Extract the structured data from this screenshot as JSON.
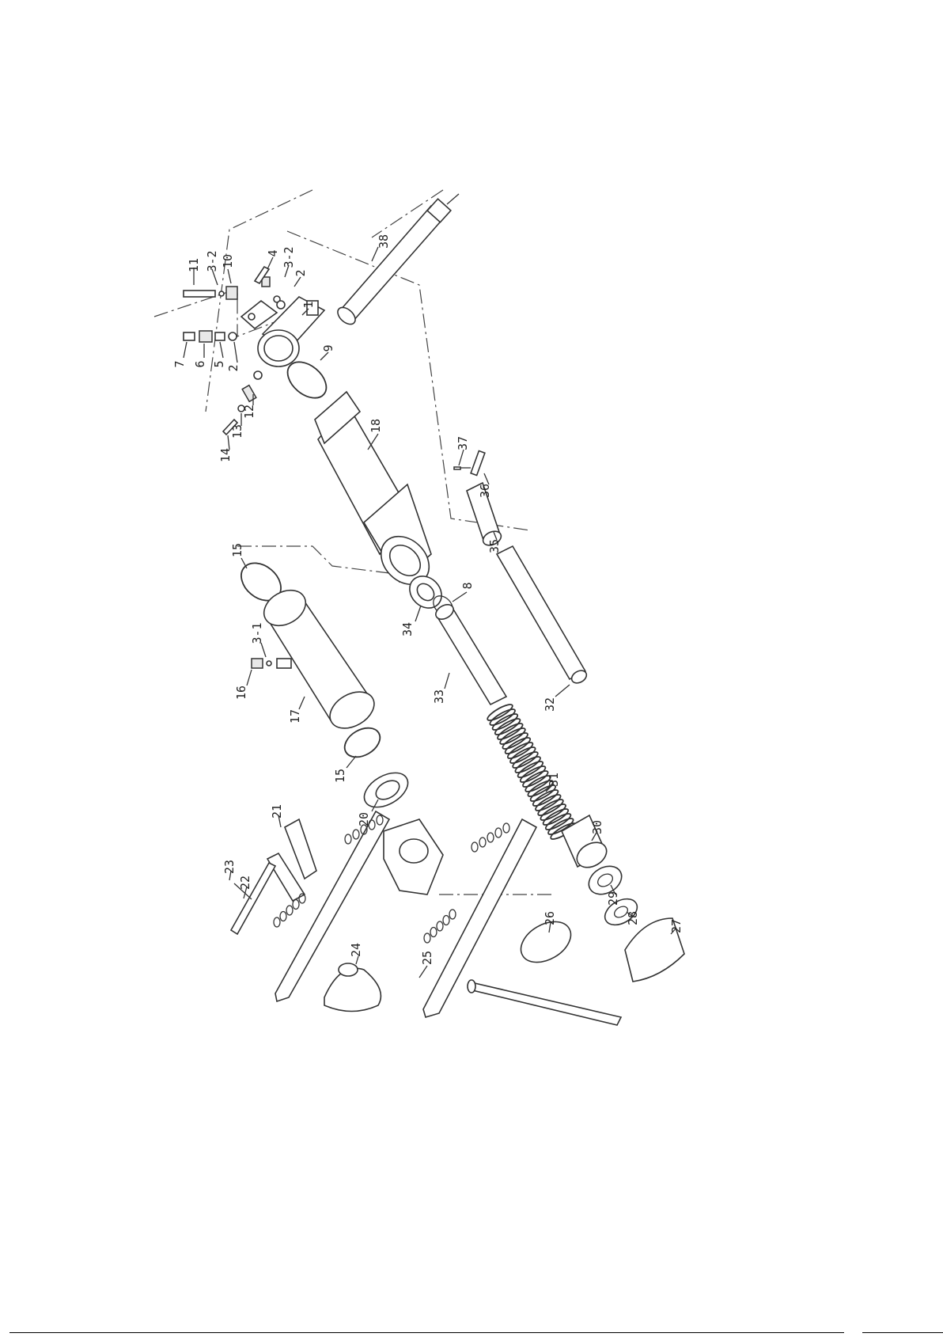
{
  "diagram": {
    "parts": [
      {
        "id": "p38",
        "label": "38"
      },
      {
        "id": "p11",
        "label": "11"
      },
      {
        "id": "p3_2a",
        "label": "3-2"
      },
      {
        "id": "p10",
        "label": "10"
      },
      {
        "id": "p4",
        "label": "4"
      },
      {
        "id": "p3_2b",
        "label": "3-2"
      },
      {
        "id": "p2a",
        "label": "2"
      },
      {
        "id": "p1",
        "label": "1"
      },
      {
        "id": "p7",
        "label": "7"
      },
      {
        "id": "p6",
        "label": "6"
      },
      {
        "id": "p5",
        "label": "5"
      },
      {
        "id": "p2b",
        "label": "2"
      },
      {
        "id": "p9",
        "label": "9"
      },
      {
        "id": "p12",
        "label": "12"
      },
      {
        "id": "p13",
        "label": "13"
      },
      {
        "id": "p14",
        "label": "14"
      },
      {
        "id": "p18",
        "label": "18"
      },
      {
        "id": "p37",
        "label": "37"
      },
      {
        "id": "p36",
        "label": "36"
      },
      {
        "id": "p35",
        "label": "35"
      },
      {
        "id": "p15a",
        "label": "15"
      },
      {
        "id": "p8",
        "label": "8"
      },
      {
        "id": "p34",
        "label": "34"
      },
      {
        "id": "p3_1",
        "label": "3-1"
      },
      {
        "id": "p16",
        "label": "16"
      },
      {
        "id": "p17",
        "label": "17"
      },
      {
        "id": "p33",
        "label": "33"
      },
      {
        "id": "p32",
        "label": "32"
      },
      {
        "id": "p15b",
        "label": "15"
      },
      {
        "id": "p31",
        "label": "31"
      },
      {
        "id": "p21",
        "label": "21"
      },
      {
        "id": "p20",
        "label": "20"
      },
      {
        "id": "p30",
        "label": "30"
      },
      {
        "id": "p23",
        "label": "23"
      },
      {
        "id": "p22",
        "label": "22"
      },
      {
        "id": "p29",
        "label": "29"
      },
      {
        "id": "p28",
        "label": "28"
      },
      {
        "id": "p26",
        "label": "26"
      },
      {
        "id": "p27",
        "label": "27"
      },
      {
        "id": "p24",
        "label": "24"
      },
      {
        "id": "p25",
        "label": "25"
      }
    ]
  }
}
